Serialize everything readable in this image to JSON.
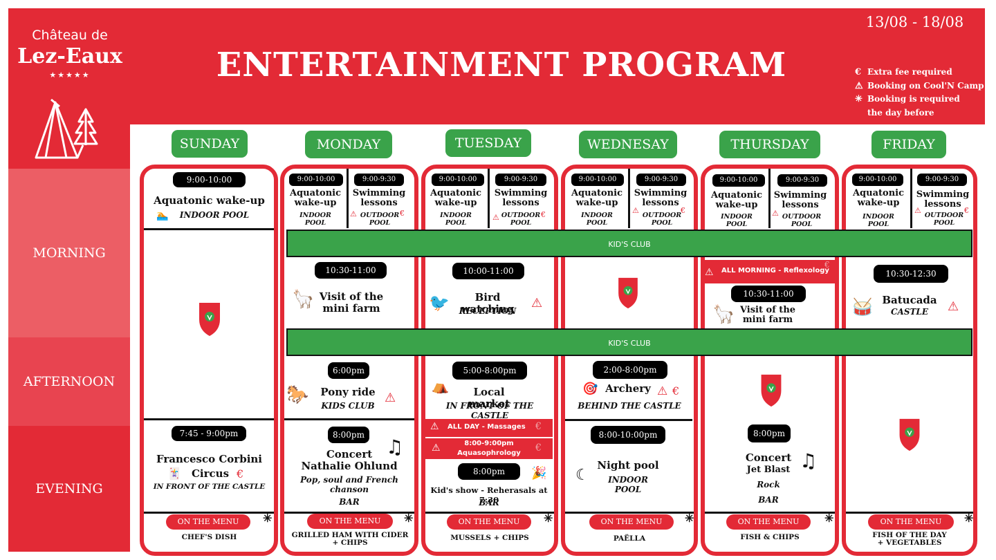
{
  "brand": {
    "line1": "Château de",
    "line2": "Lez-Eaux",
    "stars": "★★★★★"
  },
  "title": "ENTERTAINMENT PROGRAM",
  "dates": "13/08 - 18/08",
  "legend": {
    "fee": "Extra fee required",
    "booking": "Booking on Cool'N Camp",
    "day_before_1": "Booking  is required",
    "day_before_2": "the day before"
  },
  "periods": {
    "morning": "MORNING",
    "afternoon": "AFTERNOON",
    "evening": "EVENING"
  },
  "days": [
    "SUNDAY",
    "MONDAY",
    "TUESDAY",
    "WEDNESAY",
    "THURSDAY",
    "FRIDAY"
  ],
  "kids_club": "KID'S CLUB",
  "menu_label": "ON THE MENU",
  "sunday": {
    "m_time": "9:00-10:00",
    "m_act": "Aquatonic wake-up",
    "m_loc": "INDOOR POOL",
    "e_time": "7:45 - 9:00pm",
    "e_act1": "Francesco Corbini",
    "e_act2": "Circus",
    "e_loc": "IN FRONT OF THE CASTLE",
    "dish": "CHEF'S DISH"
  },
  "weekday_morning": {
    "t1": "9:00-10:00",
    "t2": "9:00-9:30",
    "a1_1": "Aquatonic",
    "a1_2": "wake-up",
    "a2_1": "Swimming",
    "a2_2": "lessons",
    "l1_1": "INDOOR",
    "l1_2": "POOL",
    "l2_1": "OUTDOOR",
    "l2_2": "POOL"
  },
  "monday": {
    "late_time": "10:30-11:00",
    "late_act1": "Visit of the",
    "late_act2": "mini farm",
    "aft_time": "6:00pm",
    "aft_act": "Pony ride",
    "aft_loc": "KIDS CLUB",
    "e_time": "8:00pm",
    "e_act1": "Concert",
    "e_act2": "Nathalie Ohlund",
    "e_desc1": "Pop, soul and French",
    "e_desc2": "chanson",
    "e_loc": "BAR",
    "dish1": "GRILLED HAM WITH CIDER",
    "dish2": "+ CHIPS"
  },
  "tuesday": {
    "late_time": "10:00-11:00",
    "late_act": "Bird watching",
    "late_loc": "RECEPTION",
    "aft_time": "5:00-8:00pm",
    "aft_act": "Local market",
    "aft_loc": "IN FRONT OF THE CASTLE",
    "massage": "ALL DAY - Massages",
    "aqua_time": "8:00-9:00pm",
    "aqua": "Aquasophrology",
    "e_time": "8:00pm",
    "e_act": "Kid's show - Reherasals at 7:30",
    "e_loc": "BAR",
    "dish": "MUSSELS + CHIPS"
  },
  "wednesday": {
    "aft_time": "2:00-8:00pm",
    "aft_act": "Archery",
    "aft_loc": "BEHIND THE CASTLE",
    "e_time": "8:00-10:00pm",
    "e_act": "Night pool",
    "e_loc": "INDOOR POOL",
    "dish": "PAËLLA"
  },
  "thursday": {
    "reflex": "ALL MORNING - Reflexology",
    "late_time": "10:30-11:00",
    "late_act1": "Visit of the",
    "late_act2": "mini farm",
    "e_time": "8:00pm",
    "e_act1": "Concert",
    "e_act2": "Jet Blast",
    "e_desc": "Rock",
    "e_loc": "BAR",
    "dish": "FISH & CHIPS"
  },
  "friday": {
    "late_time": "10:30-12:30",
    "late_act": "Batucada",
    "late_loc": "CASTLE",
    "dish1": "FISH OF THE DAY",
    "dish2": "+ VEGETABLES"
  },
  "icons": {
    "fee": "euro-icon",
    "booking": "warning-icon",
    "day_before": "asterisk-icon",
    "logo": "tent-icon"
  },
  "colors": {
    "red": "#e32a36",
    "green": "#3aa34a",
    "black": "#000000"
  }
}
